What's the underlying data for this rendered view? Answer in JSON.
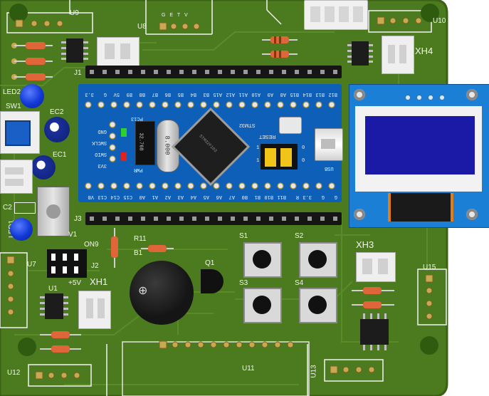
{
  "board": {
    "colors": {
      "pcb": "#4c7a1e",
      "pcb_dark": "#3f6a18",
      "trace": "#5b8a2a",
      "silk": "#f2f2f2",
      "pad": "#c8a850",
      "bluepill": "#0d5fb8",
      "oled_frame": "#1b7fd6",
      "oled_screen": "#1a1aa6",
      "header_black": "#151515",
      "connector": "#efefef",
      "blue_led": "#1138d6"
    }
  },
  "labels": {
    "u9": "U9",
    "u8": "U8",
    "getv": "G E T V",
    "u10": "U10",
    "xh4": "XH4",
    "j1": "J1",
    "j3": "J3",
    "j2": "J2",
    "led2": "LED2",
    "sw1": "SW1",
    "ec2": "EC2",
    "ec1": "EC1",
    "c2": "C2",
    "led1": "LED1",
    "v1": "V1",
    "u7": "U7",
    "on9": "ON9",
    "r11": "R11",
    "b1": "B1",
    "q1": "Q1",
    "s1": "S1",
    "s2": "S2",
    "s3": "S3",
    "s4": "S4",
    "xh3": "XH3",
    "xh1": "XH1",
    "plus5v": "+5V",
    "u1": "U1",
    "u15": "U15",
    "u11": "U11",
    "u12": "U12",
    "u13": "U13"
  },
  "bluepill": {
    "top_pins": [
      "3.3",
      "G",
      "5V",
      "B9",
      "B8",
      "B7",
      "B6",
      "B5",
      "B4",
      "B3",
      "A15",
      "A12",
      "A11",
      "A10",
      "A9",
      "A8",
      "B15",
      "B14",
      "B13",
      "B12"
    ],
    "bottom_pins": [
      "VB",
      "C13",
      "C14",
      "C15",
      "A0",
      "A1",
      "A2",
      "A3",
      "A4",
      "A5",
      "A6",
      "A7",
      "B0",
      "B1",
      "B10",
      "B11",
      "R",
      "3.3",
      "G",
      "G"
    ],
    "swd_pins": [
      "3V3",
      "SWIO",
      "SWCLK",
      "GND"
    ],
    "pc13": "PC13",
    "pwr": "PWR",
    "crystal": "8.000",
    "small_crystal": "32.768",
    "mcu_text": "STM32",
    "reset": "RESET",
    "jumper_labels": [
      "1",
      "0",
      "1",
      "0"
    ],
    "usb_label": "USB"
  }
}
